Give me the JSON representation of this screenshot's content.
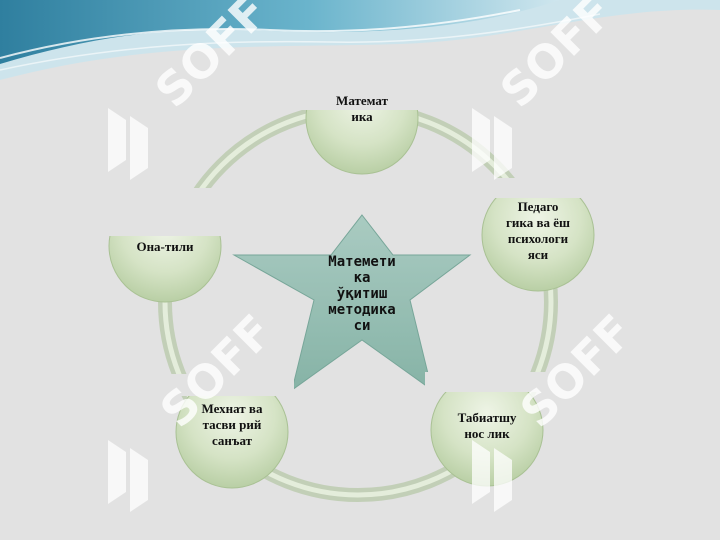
{
  "diagram": {
    "center": {
      "lines": [
        "Матемети",
        "ка",
        "ўқитиш",
        "методика",
        "си"
      ]
    },
    "nodes": [
      {
        "id": "matematika",
        "lines": [
          "Математ",
          "ика"
        ]
      },
      {
        "id": "pedagogika",
        "lines": [
          "Педаго",
          "гика ва ёш",
          "психологи",
          "яси"
        ]
      },
      {
        "id": "tabiatshunoslik",
        "lines": [
          "Табиатшу",
          "нос лик"
        ]
      },
      {
        "id": "mehnat",
        "lines": [
          "Мехнат ва",
          "тасви рий",
          "санъат"
        ]
      },
      {
        "id": "ona-tili",
        "lines": [
          "Она-тили"
        ]
      }
    ]
  },
  "watermark": {
    "text": "SOFF"
  },
  "colors": {
    "background": "#e2e2e2",
    "header_wave": "#3f8fae",
    "header_light": "#a9d3e1",
    "node_fill": "#d6e4c6",
    "node_edge": "#b4c9a0",
    "ring": "#c3d3b3",
    "star": "#86b4a8",
    "watermark": "#ffffff"
  }
}
